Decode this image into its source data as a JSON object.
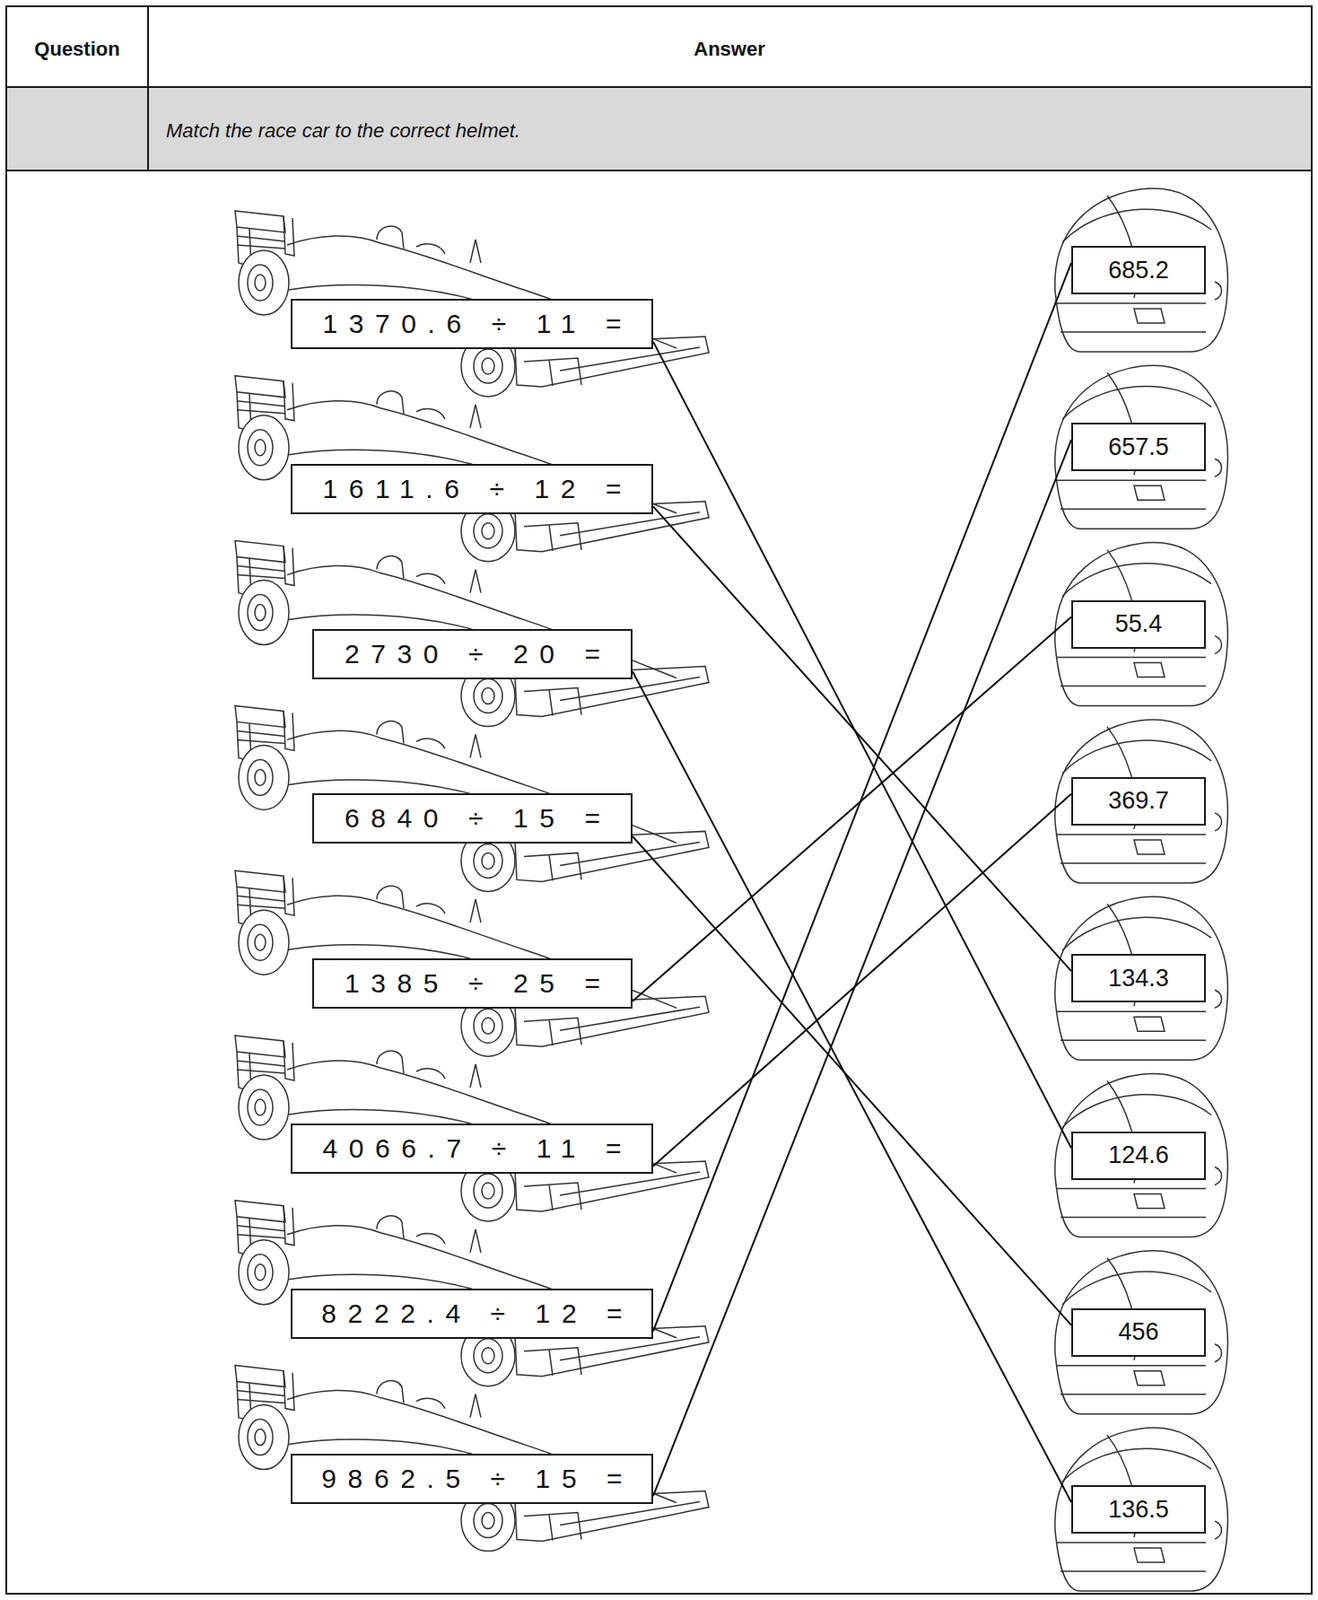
{
  "diagram": {
    "nodes": [
      {
        "text": [
          "1370.6 ÷ 11 ="
        ]
      },
      {
        "text": [
          "1611.6 ÷ 12 ="
        ]
      },
      {
        "text": [
          "2730 ÷ 20 ="
        ]
      },
      {
        "text": [
          "6840 ÷ 15 ="
        ]
      },
      {
        "text": [
          "1385 ÷ 25 ="
        ]
      },
      {
        "text": [
          "4066.7 ÷ 11 ="
        ]
      },
      {
        "text": [
          "8222.4 ÷ 12 ="
        ]
      },
      {
        "text": [
          "9862.5 ÷ 15 ="
        ]
      },
      {
        "text": [
          "685.2"
        ]
      },
      {
        "text": [
          "657.5"
        ]
      },
      {
        "text": [
          "55.4"
        ]
      },
      {
        "text": [
          "369.7"
        ]
      },
      {
        "text": [
          "134.3"
        ]
      },
      {
        "text": [
          "124.6"
        ]
      },
      {
        "text": [
          "456"
        ]
      },
      {
        "text": [
          "136.5"
        ]
      }
    ],
    "edges": [
      {
        "from": 0,
        "to": 13,
        "arrow": "none"
      },
      {
        "from": 1,
        "to": 12,
        "arrow": "none"
      },
      {
        "from": 2,
        "to": 15,
        "arrow": "none"
      },
      {
        "from": 3,
        "to": 14,
        "arrow": "none"
      },
      {
        "from": 4,
        "to": 10,
        "arrow": "none"
      },
      {
        "from": 5,
        "to": 11,
        "arrow": "none"
      },
      {
        "from": 6,
        "to": 8,
        "arrow": "none"
      },
      {
        "from": 7,
        "to": 9,
        "arrow": "none"
      }
    ],
    "labels": [
      "Question",
      "Answer",
      "Match the race car to the correct helmet."
    ]
  }
}
